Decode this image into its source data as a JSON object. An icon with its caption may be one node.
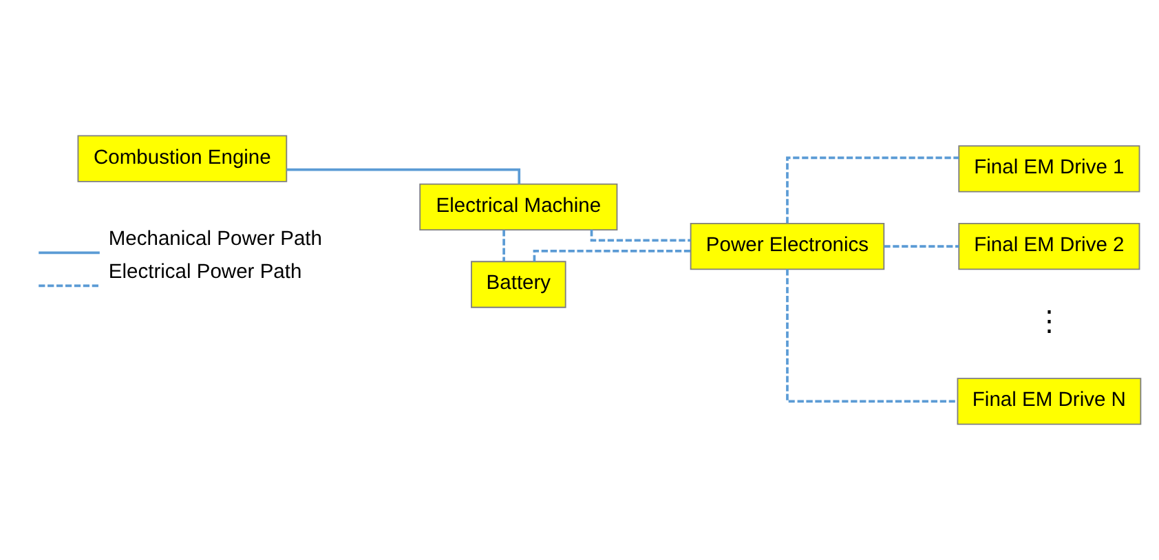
{
  "diagram": {
    "nodes": [
      {
        "text": [
          "Combustion Engine"
        ]
      },
      {
        "text": [
          "Electrical Machine"
        ]
      },
      {
        "text": [
          "Battery"
        ]
      },
      {
        "text": [
          "Power Electronics"
        ]
      },
      {
        "text": [
          "Final EM Drive 1"
        ]
      },
      {
        "text": [
          "Final EM Drive 2"
        ]
      },
      {
        "text": [
          "Final EM Drive N"
        ]
      }
    ],
    "edges": [
      {
        "from": 0,
        "to": 1,
        "arrow": "none"
      },
      {
        "from": 1,
        "to": 3,
        "arrow": "none",
        "style": "dashed"
      },
      {
        "from": 1,
        "to": 2,
        "arrow": "none",
        "style": "dashed"
      },
      {
        "from": 2,
        "to": 3,
        "arrow": "none",
        "style": "dashed"
      },
      {
        "from": 3,
        "to": 4,
        "arrow": "none",
        "style": "dashed"
      },
      {
        "from": 3,
        "to": 5,
        "arrow": "none",
        "style": "dashed"
      },
      {
        "from": 3,
        "to": 6,
        "arrow": "none",
        "style": "dashed"
      }
    ],
    "labels": [
      "⋮"
    ],
    "legend": [
      {
        "text": "Mechanical Power Path"
      },
      {
        "text": "Electrical Power Path"
      }
    ]
  }
}
